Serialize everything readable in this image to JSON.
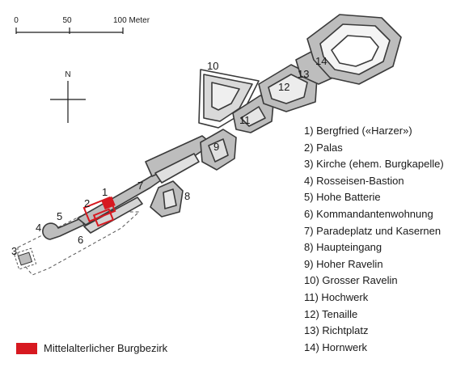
{
  "scale_bar": {
    "labels": [
      "0",
      "50",
      "100 Meter"
    ]
  },
  "north_arrow": {
    "label": "N"
  },
  "map_numbers": [
    "1",
    "2",
    "3",
    "4",
    "5",
    "6",
    "7",
    "8",
    "9",
    "10",
    "11",
    "12",
    "13",
    "14"
  ],
  "legend": {
    "items": [
      "1) Bergfried («Harzer»)",
      "2) Palas",
      "3) Kirche (ehem. Burgkapelle)",
      "4) Rosseisen-Bastion",
      "5) Hohe Batterie",
      "6) Kommandantenwohnung",
      "7) Paradeplatz und Kasernen",
      "8) Haupteingang",
      "9) Hoher Ravelin",
      "10) Grosser Ravelin",
      "11) Hochwerk",
      "12) Tenaille",
      "13) Richtplatz",
      "14) Hornwerk"
    ]
  },
  "medieval_legend": {
    "label": "Mittelalterlicher Burgbezirk",
    "color": "#d71920"
  },
  "colors": {
    "wall": "#3a3a3a",
    "fill": "#bdbdbd",
    "medieval": "#d71920"
  }
}
